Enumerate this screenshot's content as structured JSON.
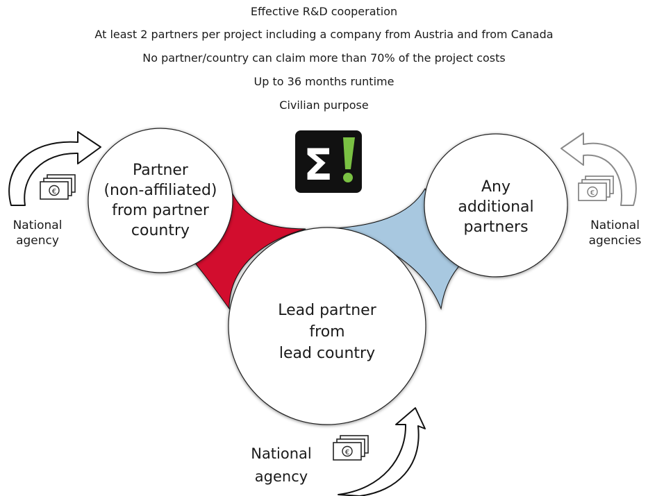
{
  "requirements": [
    "Effective R&D cooperation",
    "At least 2 partners per project including a company from Austria and from Canada",
    "No partner/country can claim more than 70% of the project costs",
    "Up to 36 months runtime",
    "Civilian purpose"
  ],
  "logo": {
    "symbol": "Σ",
    "mark": "!",
    "accent": "#7ac143",
    "background": "#111111"
  },
  "circles": {
    "partner": {
      "lines": [
        "Partner",
        "(non-affiliated)",
        "from partner",
        "country"
      ]
    },
    "additional": {
      "lines": [
        "Any",
        "additional",
        "partners"
      ]
    },
    "lead": {
      "lines": [
        "Lead partner",
        "from",
        "lead country"
      ]
    }
  },
  "agencies": {
    "left": {
      "lines": [
        "National",
        "agency"
      ]
    },
    "right": {
      "lines": [
        "National",
        "agencies"
      ]
    },
    "bottom": {
      "lines": [
        "National",
        "agency"
      ]
    }
  },
  "money_symbol": "€",
  "colors": {
    "red_connector": "#d2102e",
    "blue_connector": "#a8c8e0",
    "arrow_dark": "#111111",
    "arrow_light": "#8a8a8a"
  }
}
